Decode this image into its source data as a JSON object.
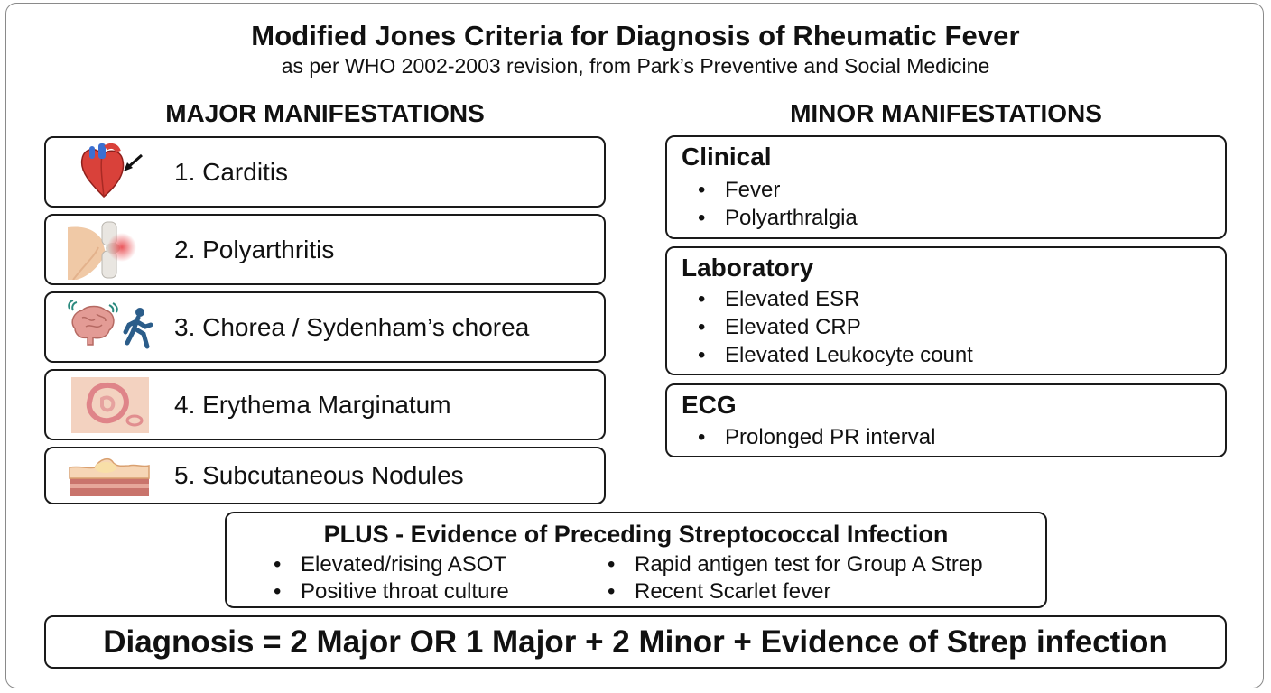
{
  "title": "Modified Jones Criteria for Diagnosis of Rheumatic Fever",
  "subtitle": "as per WHO 2002-2003 revision, from Park’s Preventive and Social Medicine",
  "major": {
    "heading": "MAJOR MANIFESTATIONS",
    "items": [
      {
        "label": "1. Carditis",
        "icon": "heart-icon"
      },
      {
        "label": "2. Polyarthritis",
        "icon": "knee-joint-icon"
      },
      {
        "label": "3. Chorea / Sydenham’s chorea",
        "icon": "brain-walking-person-icon"
      },
      {
        "label": "4. Erythema Marginatum",
        "icon": "skin-rash-icon"
      },
      {
        "label": "5. Subcutaneous Nodules",
        "icon": "skin-nodule-icon"
      }
    ]
  },
  "minor": {
    "heading": "MINOR MANIFESTATIONS",
    "groups": [
      {
        "heading": "Clinical",
        "items": [
          "Fever",
          "Polyarthralgia"
        ]
      },
      {
        "heading": "Laboratory",
        "items": [
          "Elevated ESR",
          "Elevated CRP",
          "Elevated Leukocyte count"
        ]
      },
      {
        "heading": "ECG",
        "items": [
          "Prolonged PR interval"
        ]
      }
    ]
  },
  "plus": {
    "heading": "PLUS - Evidence of Preceding Streptococcal Infection",
    "left": [
      "Elevated/rising ASOT",
      "Positive throat culture"
    ],
    "right": [
      "Rapid antigen test for Group A Strep",
      "Recent Scarlet fever"
    ]
  },
  "diagnosis": "Diagnosis = 2 Major OR 1 Major + 2 Minor + Evidence of Strep infection"
}
